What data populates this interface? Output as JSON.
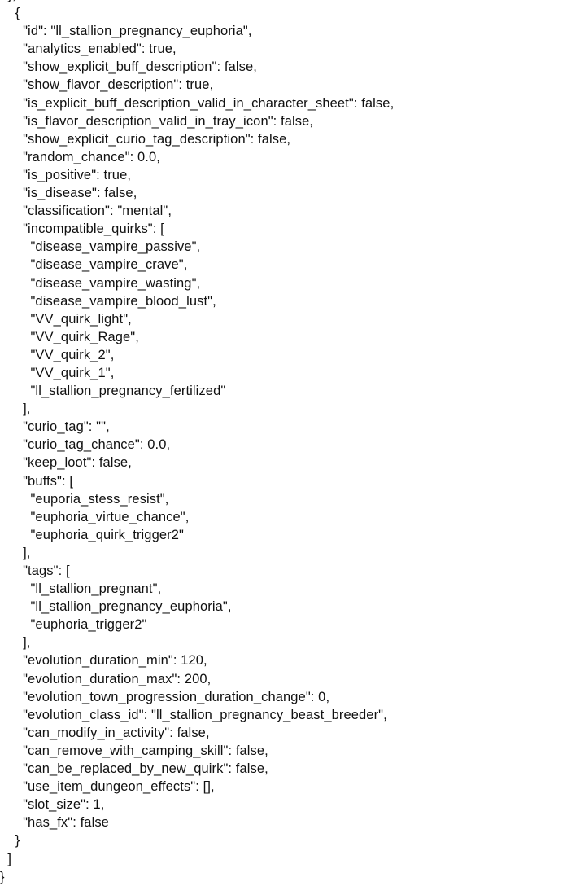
{
  "lines": [
    "  },",
    "    {",
    "      \"id\": \"ll_stallion_pregnancy_euphoria\",",
    "      \"analytics_enabled\": true,",
    "      \"show_explicit_buff_description\": false,",
    "      \"show_flavor_description\": true,",
    "      \"is_explicit_buff_description_valid_in_character_sheet\": false,",
    "      \"is_flavor_description_valid_in_tray_icon\": false,",
    "      \"show_explicit_curio_tag_description\": false,",
    "      \"random_chance\": 0.0,",
    "      \"is_positive\": true,",
    "      \"is_disease\": false,",
    "      \"classification\": \"mental\",",
    "      \"incompatible_quirks\": [",
    "        \"disease_vampire_passive\",",
    "        \"disease_vampire_crave\",",
    "        \"disease_vampire_wasting\",",
    "        \"disease_vampire_blood_lust\",",
    "        \"VV_quirk_light\",",
    "        \"VV_quirk_Rage\",",
    "        \"VV_quirk_2\",",
    "        \"VV_quirk_1\",",
    "        \"ll_stallion_pregnancy_fertilized\"",
    "      ],",
    "      \"curio_tag\": \"\",",
    "      \"curio_tag_chance\": 0.0,",
    "      \"keep_loot\": false,",
    "      \"buffs\": [",
    "        \"euporia_stess_resist\",",
    "        \"euphoria_virtue_chance\",",
    "        \"euphoria_quirk_trigger2\"",
    "      ],",
    "      \"tags\": [",
    "        \"ll_stallion_pregnant\",",
    "        \"ll_stallion_pregnancy_euphoria\",",
    "        \"euphoria_trigger2\"",
    "      ],",
    "      \"evolution_duration_min\": 120,",
    "      \"evolution_duration_max\": 200,",
    "      \"evolution_town_progression_duration_change\": 0,",
    "      \"evolution_class_id\": \"ll_stallion_pregnancy_beast_breeder\",",
    "      \"can_modify_in_activity\": false,",
    "      \"can_remove_with_camping_skill\": false,",
    "      \"can_be_replaced_by_new_quirk\": false,",
    "      \"use_item_dungeon_effects\": [],",
    "      \"slot_size\": 1,",
    "      \"has_fx\": false",
    "    }",
    "  ]",
    "}"
  ]
}
